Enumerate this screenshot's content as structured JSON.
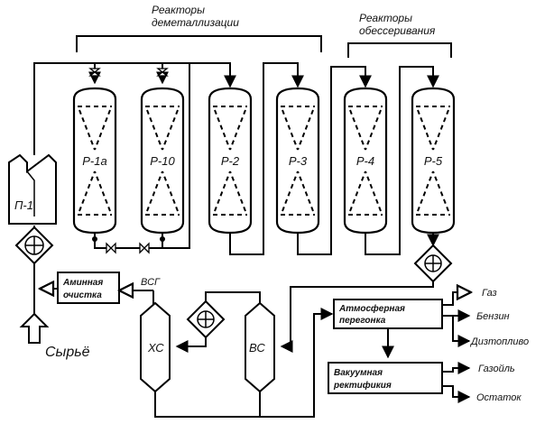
{
  "groups": {
    "demetallization": [
      "Реакторы",
      "деметаллизации"
    ],
    "desulfurization": [
      "Реакторы",
      "обессеривания"
    ]
  },
  "reactors": [
    "Р-1а",
    "Р-10",
    "Р-2",
    "Р-3",
    "Р-4",
    "Р-5"
  ],
  "furnace": "П-1",
  "amine": [
    "Аминная",
    "очистка"
  ],
  "feed": "Сырьё",
  "vsg": "ВСГ",
  "separators": {
    "cold": "ХС",
    "hot": "ВС"
  },
  "atmospheric": [
    "Атмосферная",
    "перегонка"
  ],
  "vacuum": [
    "Вакуумная",
    "ректификия"
  ],
  "products": {
    "gas": "Газ",
    "gasoline": "Бензин",
    "diesel": "Дизтопливо",
    "gasoil": "Газойль",
    "residue": "Остаток"
  }
}
